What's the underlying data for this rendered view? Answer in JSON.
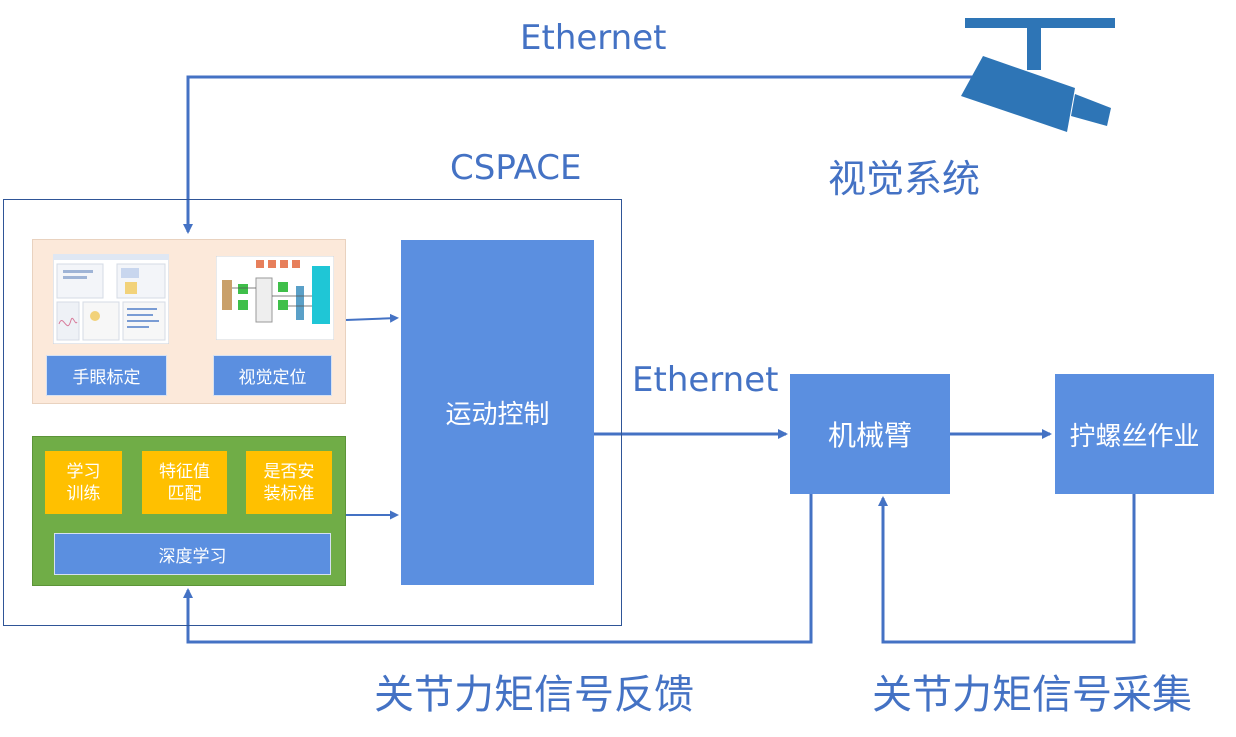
{
  "labels": {
    "ethernet_top": "Ethernet",
    "cspace": "CSPACE",
    "vision_system": "视觉系统",
    "ethernet_mid": "Ethernet",
    "torque_feedback": "关节力矩信号反馈",
    "torque_collect": "关节力矩信号采集"
  },
  "nodes": {
    "hand_eye": "手眼标定",
    "visual_locate": "视觉定位",
    "train_line1": "学习",
    "train_line2": "训练",
    "feature_line1": "特征值",
    "feature_line2": "匹配",
    "standard_line1": "是否安",
    "standard_line2": "装标准",
    "deep_learning": "深度学习",
    "motion_control": "运动控制",
    "robot_arm": "机械臂",
    "screw_task": "拧螺丝作业"
  },
  "colors": {
    "line": "#4472C4",
    "box_blue": "#5B8FE0",
    "vision_panel": "#FCE9DA",
    "learning_panel": "#70AD47",
    "step_orange": "#FFC000",
    "camera": "#2E75B6",
    "cspace_border": "#2F5597"
  },
  "icons": {
    "camera": "surveillance-camera-icon",
    "screenshot_calibration": "software-screenshot-thumbnail",
    "screenshot_locate": "block-diagram-thumbnail"
  }
}
